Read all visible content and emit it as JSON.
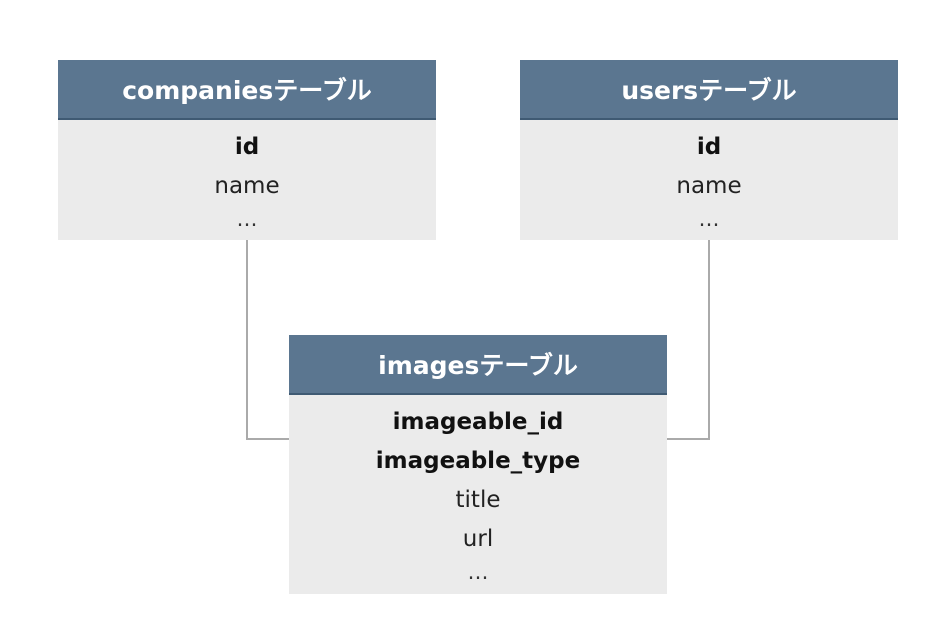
{
  "colors": {
    "header_bg": "#5b7690",
    "body_bg": "#ebebeb",
    "connector": "#aaaaaa"
  },
  "tables": {
    "companies": {
      "title": "companiesテーブル",
      "fields": [
        {
          "label": "id",
          "key": true
        },
        {
          "label": "name",
          "key": false
        },
        {
          "label": "…",
          "key": false
        }
      ]
    },
    "users": {
      "title": "usersテーブル",
      "fields": [
        {
          "label": "id",
          "key": true
        },
        {
          "label": "name",
          "key": false
        },
        {
          "label": "…",
          "key": false
        }
      ]
    },
    "images": {
      "title": "imagesテーブル",
      "fields": [
        {
          "label": "imageable_id",
          "key": true
        },
        {
          "label": "imageable_type",
          "key": true
        },
        {
          "label": "title",
          "key": false
        },
        {
          "label": "url",
          "key": false
        },
        {
          "label": "…",
          "key": false
        }
      ]
    }
  }
}
